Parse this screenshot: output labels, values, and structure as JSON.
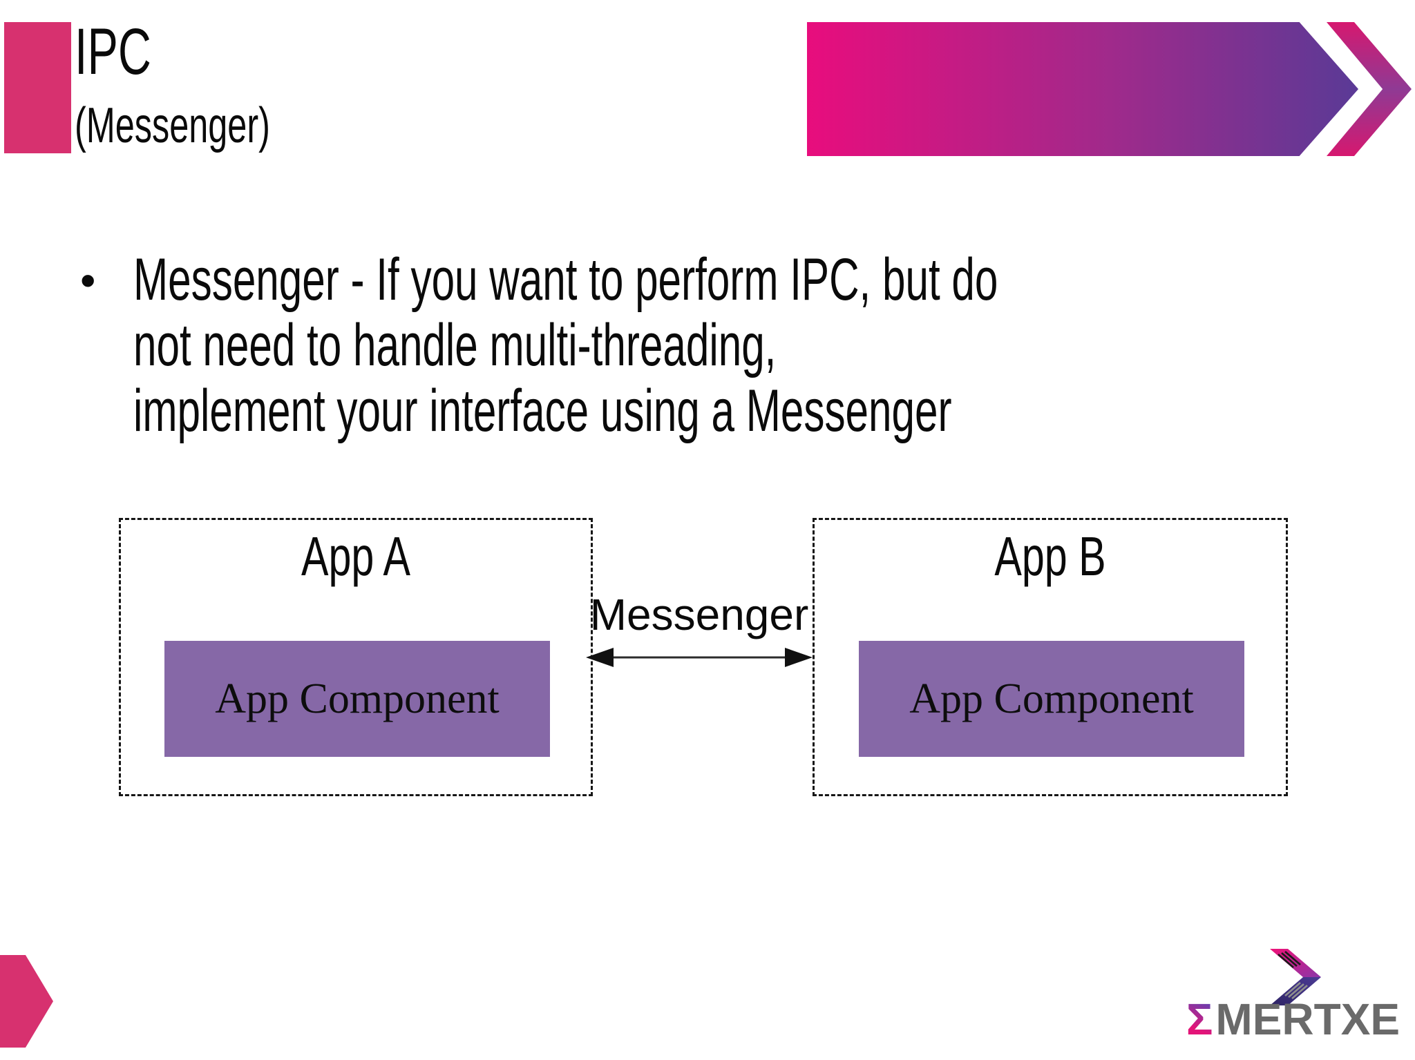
{
  "slide": {
    "title": "IPC",
    "subtitle": "(Messenger)",
    "bullet": {
      "marker": "•",
      "lines": [
        "Messenger - If you want to perform IPC, but do",
        "not need to handle multi-threading,",
        "implement your interface using a Messenger"
      ]
    },
    "diagram": {
      "app_a": {
        "title": "App A",
        "component_label": "App Component"
      },
      "app_b": {
        "title": "App B",
        "component_label": "App Component"
      },
      "connector": {
        "label": "Messenger",
        "type": "double-headed-arrow"
      }
    },
    "logo": {
      "sigma": "Σ",
      "wordmark": "MERTXE"
    }
  },
  "icons": {
    "title-accent-bar-icon": "pink-rectangle",
    "banner-arrow-icon": "gradient-arrow-banner",
    "banner-chevron-stripe-icon": "gradient-chevron-stripe",
    "messenger-arrow-icon": "double-headed-arrow",
    "corner-accent-icon": "pink-pentagon-arrow",
    "logo-chevron-icon": "double-chevron-logo-mark"
  },
  "colors": {
    "accent_pink": "#d7316f",
    "banner_from": "#e80d7d",
    "banner_to": "#5a3a96",
    "stripe_pink": "#d6186f",
    "stripe_purple": "#8f3a94",
    "component_purple": "#8668a7",
    "border_dark": "#161616",
    "text_black": "#0a0a0a",
    "logo_gray": "#6a6a6a",
    "logo_pink": "#e31478",
    "logo_purple": "#6b3fae",
    "logo_indigo": "#4b3a94",
    "logo_indigo_dark": "#2e2465"
  }
}
